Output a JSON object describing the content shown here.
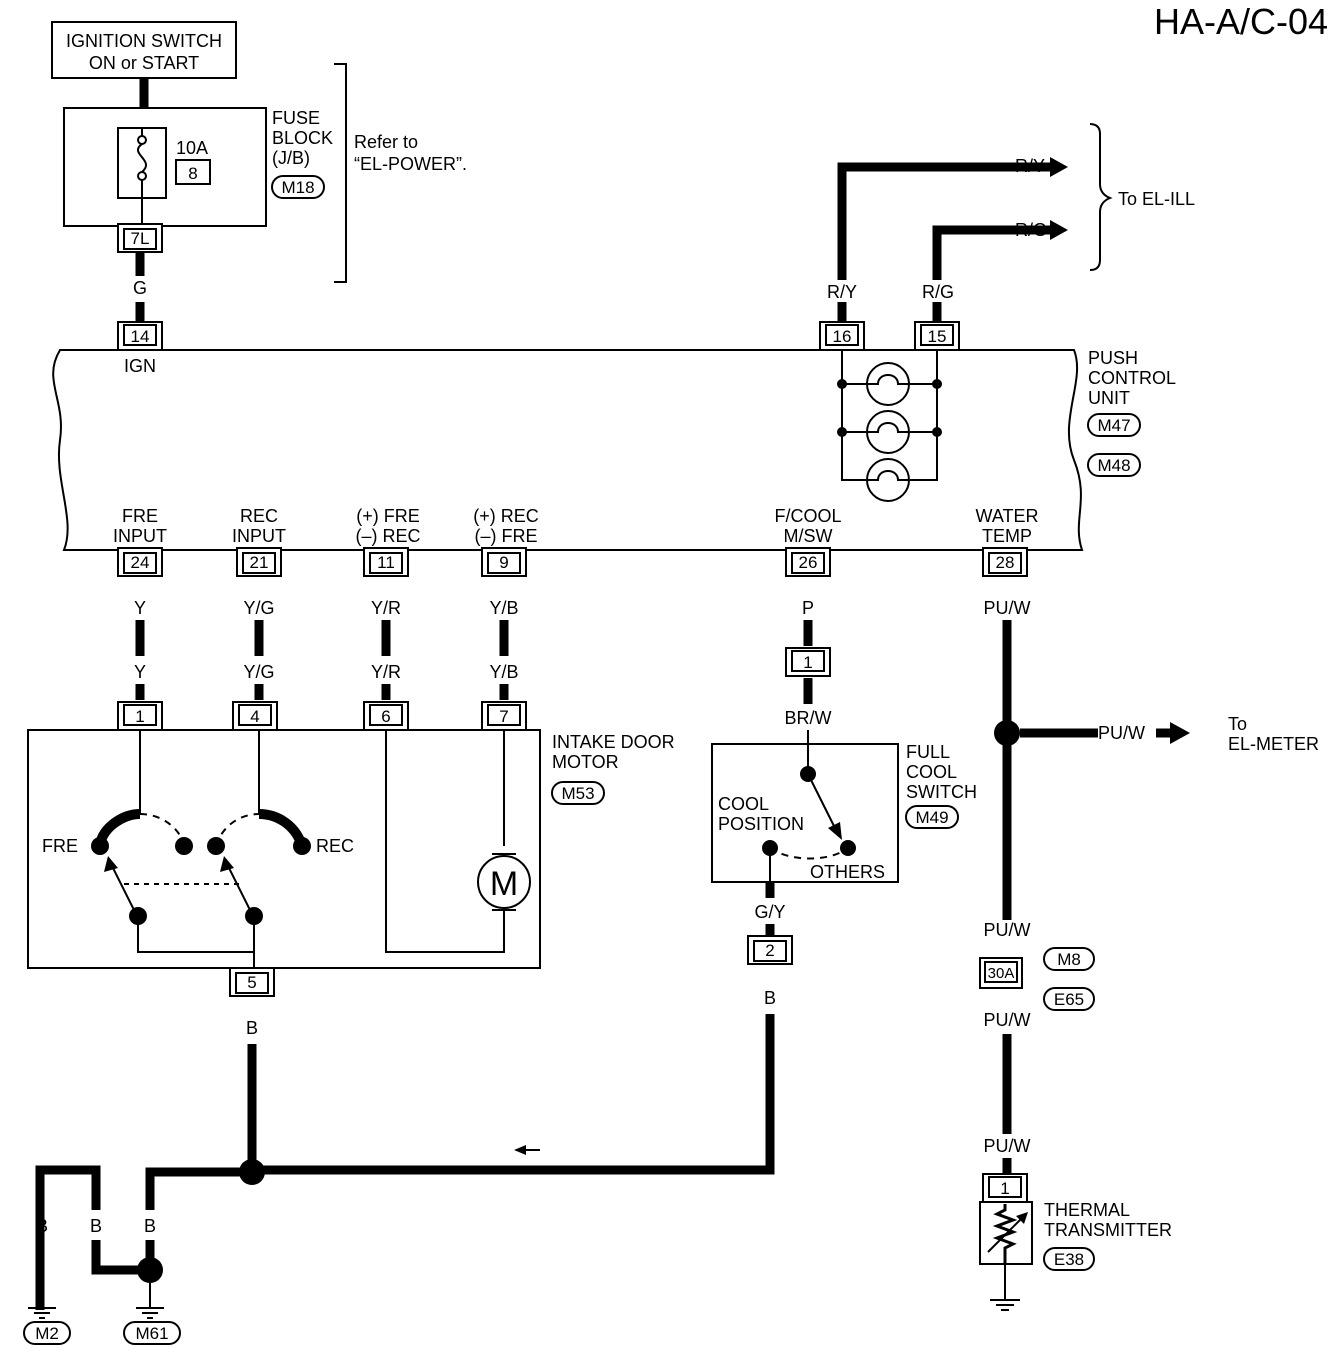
{
  "page_id": "HA-A/C-04",
  "ignition": {
    "line1": "IGNITION SWITCH",
    "line2": "ON or START"
  },
  "fuse_block": {
    "line1": "FUSE",
    "line2": "BLOCK",
    "line3": "(J/B)",
    "conn": "M18",
    "rating": "10A",
    "fuse_no": "8",
    "out_pin": "7L",
    "refer1": "Refer to",
    "refer2": "“EL-POWER”."
  },
  "wire_g": "G",
  "ill": {
    "ry": "R/Y",
    "rg": "R/G",
    "to": "To EL-ILL"
  },
  "pcu": {
    "line1": "PUSH",
    "line2": "CONTROL",
    "line3": "UNIT",
    "conn1": "M47",
    "conn2": "M48",
    "pin14": "14",
    "ign": "IGN",
    "pin16": "16",
    "pin15": "15",
    "bottom_pins": [
      {
        "pin": "24",
        "l1": "FRE",
        "l2": "INPUT",
        "wire": "Y"
      },
      {
        "pin": "21",
        "l1": "REC",
        "l2": "INPUT",
        "wire": "Y/G"
      },
      {
        "pin": "11",
        "l1": "(+) FRE",
        "l2": "(–) REC",
        "wire": "Y/R"
      },
      {
        "pin": "9",
        "l1": "(+) REC",
        "l2": "(–) FRE",
        "wire": "Y/B"
      },
      {
        "pin": "26",
        "l1": "F/COOL",
        "l2": "M/SW",
        "wire": "P"
      },
      {
        "pin": "28",
        "l1": "WATER",
        "l2": "TEMP",
        "wire": "PU/W"
      }
    ]
  },
  "intake_motor": {
    "line1": "INTAKE DOOR",
    "line2": "MOTOR",
    "conn": "M53",
    "pins": [
      "1",
      "4",
      "6",
      "7"
    ],
    "ground_pin": "5",
    "fre": "FRE",
    "rec": "REC",
    "motor": "M"
  },
  "full_cool": {
    "line1": "FULL",
    "line2": "COOL",
    "line3": "SWITCH",
    "conn": "M49",
    "cool1": "COOL",
    "cool2": "POSITION",
    "others": "OTHERS",
    "conn1": "1",
    "wire_in": "BR/W",
    "conn2": "2",
    "wire_out": "G/Y"
  },
  "meter": {
    "wire": "PU/W",
    "to1": "To",
    "to2": "EL-METER"
  },
  "junction": {
    "label": "30A",
    "c1": "M8",
    "c2": "E65",
    "wire": "PU/W"
  },
  "thermal": {
    "line1": "THERMAL",
    "line2": "TRANSMITTER",
    "conn": "E38",
    "pin": "1",
    "wire": "PU/W"
  },
  "ground": {
    "wire": "B",
    "g1": "M2",
    "g2": "M61"
  }
}
